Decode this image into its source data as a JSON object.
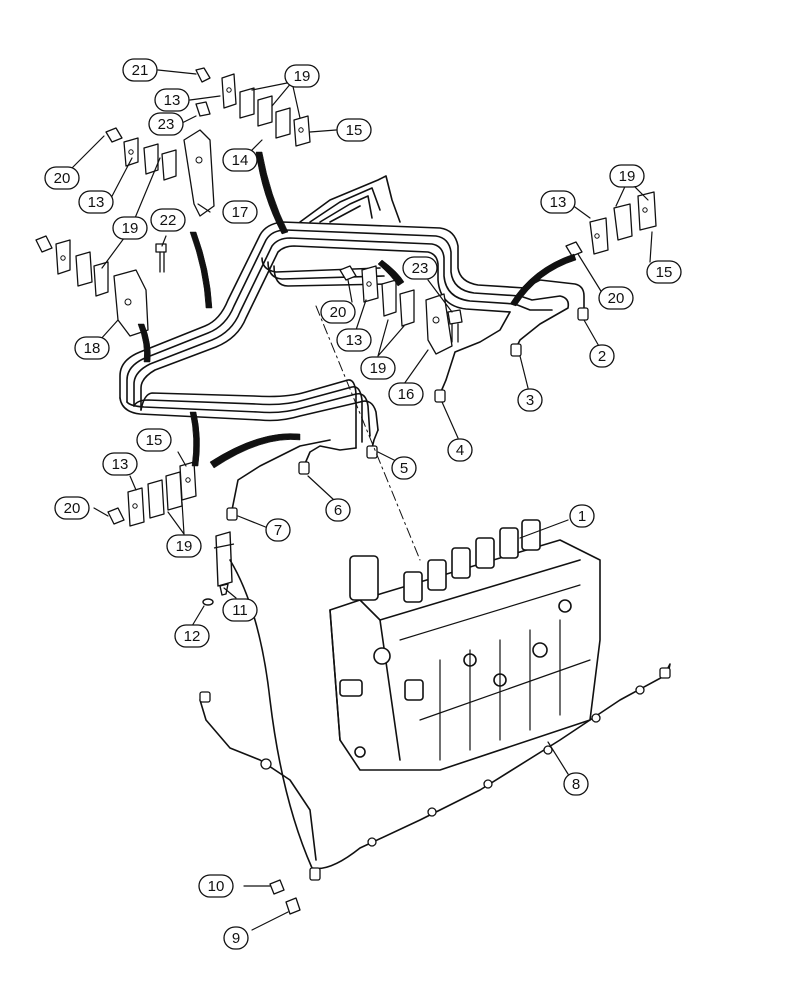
{
  "figure": {
    "callouts": [
      {
        "id": "c21",
        "label": "21"
      },
      {
        "id": "c19a",
        "label": "19"
      },
      {
        "id": "c13a",
        "label": "13"
      },
      {
        "id": "c23a",
        "label": "23"
      },
      {
        "id": "c15a",
        "label": "15"
      },
      {
        "id": "c14",
        "label": "14"
      },
      {
        "id": "c20a",
        "label": "20"
      },
      {
        "id": "c13b",
        "label": "13"
      },
      {
        "id": "c17",
        "label": "17"
      },
      {
        "id": "c19b",
        "label": "19"
      },
      {
        "id": "c22",
        "label": "22"
      },
      {
        "id": "c18",
        "label": "18"
      },
      {
        "id": "c13c",
        "label": "13"
      },
      {
        "id": "c19c",
        "label": "19"
      },
      {
        "id": "c15b",
        "label": "15"
      },
      {
        "id": "c20b",
        "label": "20"
      },
      {
        "id": "c23b",
        "label": "23"
      },
      {
        "id": "c20c",
        "label": "20"
      },
      {
        "id": "c13d",
        "label": "13"
      },
      {
        "id": "c19d",
        "label": "19"
      },
      {
        "id": "c16",
        "label": "16"
      },
      {
        "id": "c2",
        "label": "2"
      },
      {
        "id": "c3",
        "label": "3"
      },
      {
        "id": "c4",
        "label": "4"
      },
      {
        "id": "c5",
        "label": "5"
      },
      {
        "id": "c6",
        "label": "6"
      },
      {
        "id": "c15c",
        "label": "15"
      },
      {
        "id": "c13e",
        "label": "13"
      },
      {
        "id": "c20d",
        "label": "20"
      },
      {
        "id": "c19e",
        "label": "19"
      },
      {
        "id": "c7",
        "label": "7"
      },
      {
        "id": "c1",
        "label": "1"
      },
      {
        "id": "c11",
        "label": "11"
      },
      {
        "id": "c12",
        "label": "12"
      },
      {
        "id": "c8",
        "label": "8"
      },
      {
        "id": "c10",
        "label": "10"
      },
      {
        "id": "c9",
        "label": "9"
      }
    ]
  }
}
